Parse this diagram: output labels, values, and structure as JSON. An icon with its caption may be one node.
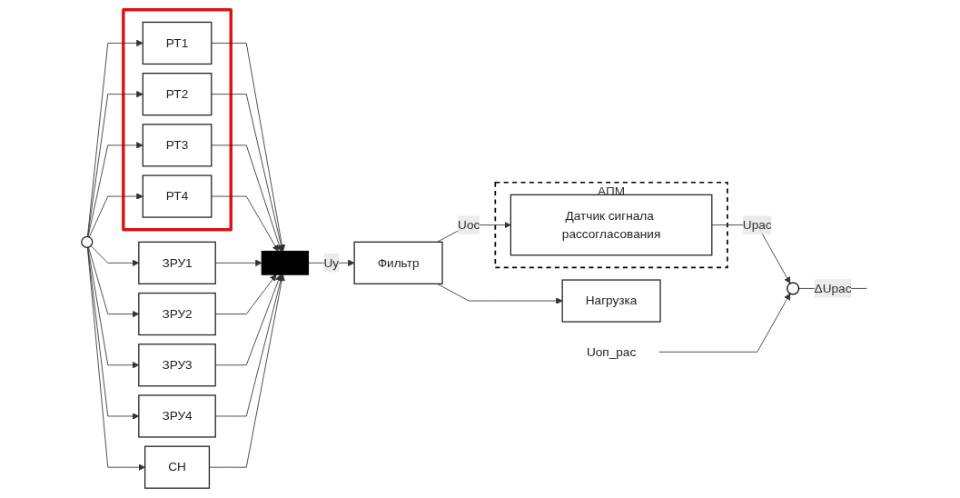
{
  "diagram": {
    "nodes": [
      {
        "text": [],
        "shape": "box"
      },
      {
        "text": [
          "РТ1"
        ],
        "in": 0
      },
      {
        "text": [
          "РТ2"
        ],
        "in": 0
      },
      {
        "text": [
          "РТ3"
        ],
        "in": 0
      },
      {
        "text": [
          "РТ4"
        ],
        "in": 0
      },
      {
        "text": [
          "ЗРУ1"
        ]
      },
      {
        "text": [
          "ЗРУ2"
        ]
      },
      {
        "text": [
          "ЗРУ3"
        ]
      },
      {
        "text": [
          "ЗРУ4"
        ]
      },
      {
        "text": [
          "СН"
        ]
      },
      {
        "text": [],
        "shape": "bar"
      },
      {
        "text": [
          "Фильтр"
        ]
      },
      {
        "text": [
          "Нагрузка"
        ]
      },
      {
        "text": [
          "АПМ"
        ]
      },
      {
        "text": [
          "Датчик сигнала рассогласования"
        ],
        "in": 13
      },
      {
        "text": [],
        "shape": "circle"
      },
      {
        "text": [
          "Uоп_рас"
        ]
      }
    ],
    "edges": [
      {
        "from": null,
        "to": 1,
        "arrow": "to"
      },
      {
        "from": null,
        "to": 2,
        "arrow": "to"
      },
      {
        "from": null,
        "to": 3,
        "arrow": "to"
      },
      {
        "from": null,
        "to": 4,
        "arrow": "to"
      },
      {
        "from": null,
        "to": 5,
        "arrow": "to"
      },
      {
        "from": null,
        "to": 6,
        "arrow": "to"
      },
      {
        "from": null,
        "to": 7,
        "arrow": "to"
      },
      {
        "from": null,
        "to": 8,
        "arrow": "to"
      },
      {
        "from": null,
        "to": 9,
        "arrow": "to"
      },
      {
        "from": 1,
        "to": 10,
        "arrow": "to"
      },
      {
        "from": 2,
        "to": 10,
        "arrow": "to"
      },
      {
        "from": 3,
        "to": 10,
        "arrow": "to"
      },
      {
        "from": 4,
        "to": 10,
        "arrow": "to"
      },
      {
        "from": 5,
        "to": 10,
        "arrow": "to"
      },
      {
        "from": 6,
        "to": 10,
        "arrow": "to"
      },
      {
        "from": 7,
        "to": 10,
        "arrow": "to"
      },
      {
        "from": 8,
        "to": 10,
        "arrow": "to"
      },
      {
        "from": 9,
        "to": 10,
        "arrow": "to"
      },
      {
        "from": 10,
        "to": 11,
        "label": "Uу",
        "arrow": "to"
      },
      {
        "from": 11,
        "to": 12,
        "arrow": "to"
      },
      {
        "from": 11,
        "to": 14,
        "label": "Uос",
        "arrow": "to"
      },
      {
        "from": 14,
        "to": 15,
        "label": "Uрас",
        "arrow": "to"
      },
      {
        "from": 16,
        "to": 15,
        "arrow": "to"
      },
      {
        "from": 15,
        "to": null,
        "label": "ΔUрас",
        "arrow": "none"
      }
    ]
  }
}
